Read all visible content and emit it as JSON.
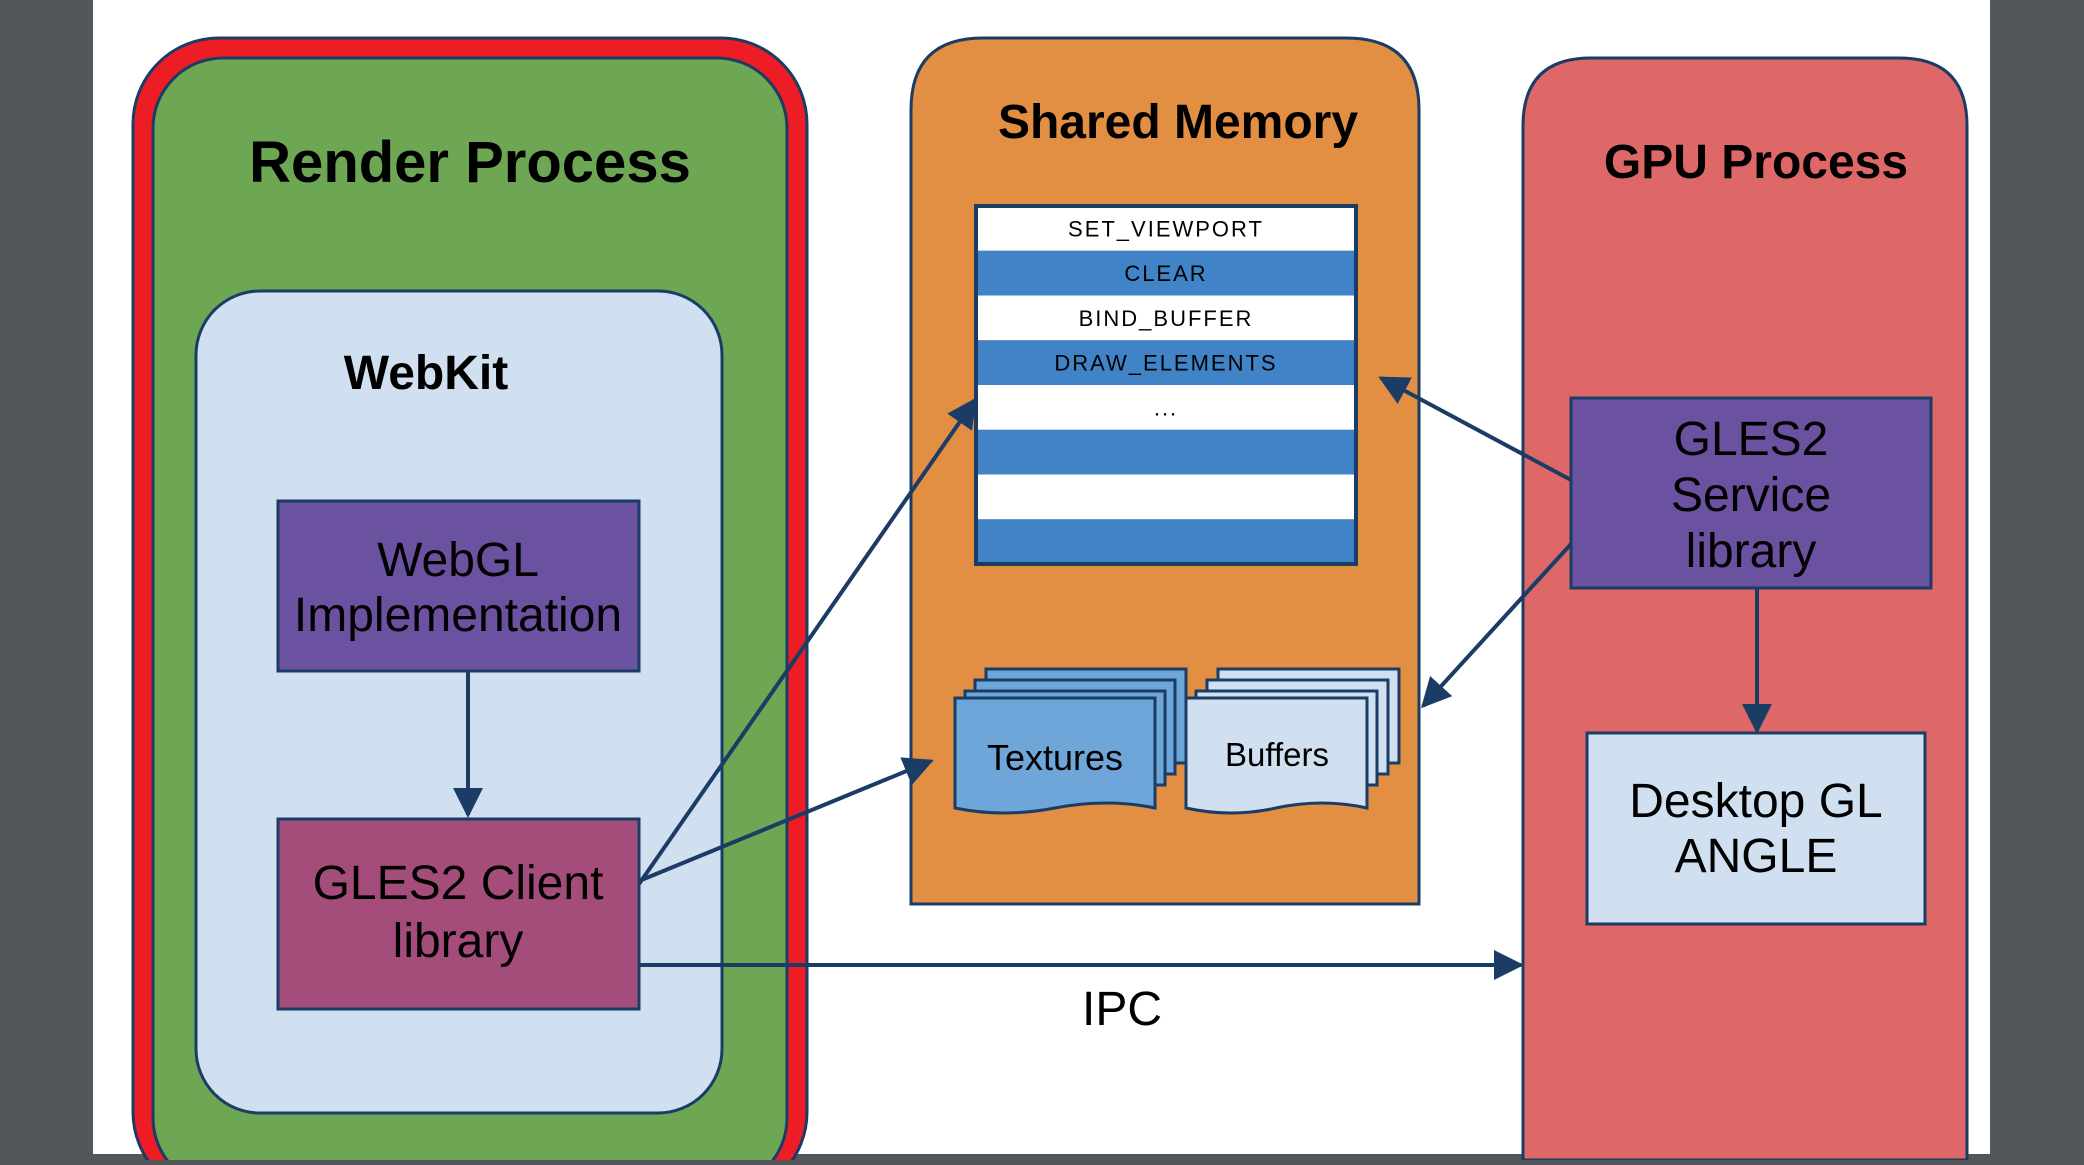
{
  "colors": {
    "frame_background": "#53575a",
    "canvas_background": "#ffffff",
    "render_process_fill": "#6ea754",
    "render_process_highlight": "#ee1c25",
    "webkit_fill": "#d0e0f1",
    "webgl_fill": "#6a52a1",
    "client_library_fill": "#a54d7a",
    "shared_memory_fill": "#e28f44",
    "command_stripe_blue": "#4083c7",
    "command_stripe_white": "#ffffff",
    "textures_fill": "#6ea6d9",
    "buffers_fill": "#d0e0f1",
    "gpu_process_fill": "#de6868",
    "service_library_fill": "#6a52a1",
    "desktop_gl_fill": "#d0e0f1",
    "outline": "#1a3c65",
    "arrow": "#1a3c65"
  },
  "render_process": {
    "title": "Render Process",
    "webkit": {
      "title": "WebKit",
      "webgl_implementation": [
        "WebGL",
        "Implementation"
      ],
      "gles2_client_library": [
        "GLES2 Client",
        "library"
      ]
    }
  },
  "shared_memory": {
    "title": "Shared Memory",
    "command_buffer": [
      "SET_VIEWPORT",
      "CLEAR",
      "BIND_BUFFER",
      "DRAW_ELEMENTS",
      "...",
      "",
      "",
      ""
    ],
    "textures_label": "Textures",
    "buffers_label": "Buffers"
  },
  "gpu_process": {
    "title": "GPU Process",
    "gles2_service_library": [
      "GLES2",
      "Service",
      "library"
    ],
    "desktop_gl": [
      "Desktop GL",
      "ANGLE"
    ]
  },
  "ipc_label": "IPC"
}
